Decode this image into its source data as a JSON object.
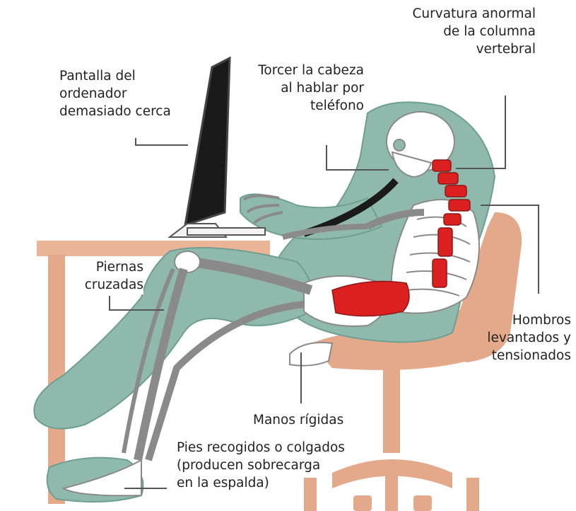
{
  "colors": {
    "body_silhouette": "#8fb9ad",
    "body_outline": "#6f9e93",
    "chair_and_desk": "#e3a98a",
    "desk_top": "#e9b596",
    "bones": "#ffffff",
    "bone_outline": "#8a8a8a",
    "stress_zones": "#dc1f1f",
    "monitor": "#1a1a1a",
    "label_text": "#222222",
    "leader_lines": "#555555"
  },
  "labels": {
    "screen_too_close": [
      "Pantalla del",
      "ordenador",
      "demasiado cerca"
    ],
    "twist_head_phone": [
      "Torcer la cabeza",
      "al hablar por",
      "teléfono"
    ],
    "abnormal_spine": [
      "Curvatura anormal",
      "de la columna",
      "vertebral"
    ],
    "crossed_legs": [
      "Piernas",
      "cruzadas"
    ],
    "raised_shoulders": [
      "Hombros",
      "levantados y",
      "tensionados"
    ],
    "rigid_hands": [
      "Manos rígidas"
    ],
    "feet": [
      "Pies recogidos o colgados",
      "(producen sobrecarga",
      "en la espalda)"
    ]
  }
}
